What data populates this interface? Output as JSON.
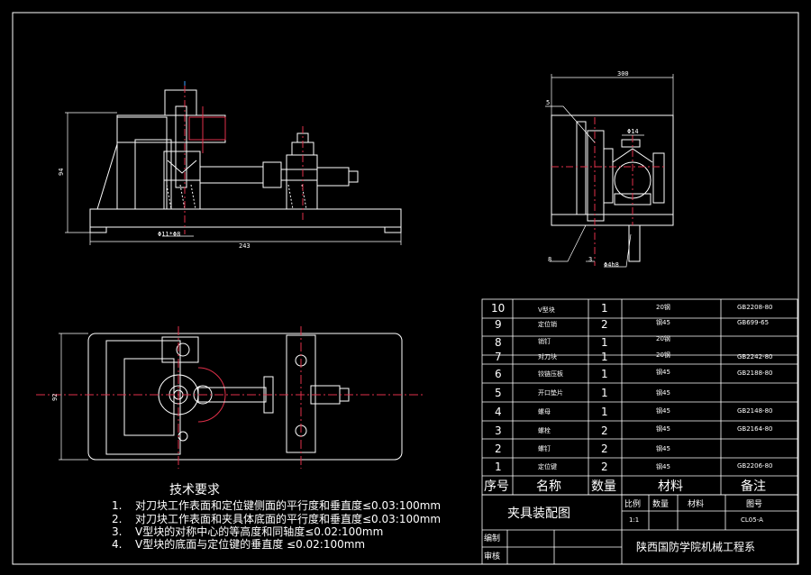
{
  "drawing": {
    "dims": {
      "width_total": "243",
      "height_side": "94",
      "height_plan": "92",
      "width_end": "300",
      "fit_label": "Φ11*Φ8",
      "shaft_label": "Φ4h8",
      "pin_label": "Φ14",
      "leader_5": "5",
      "leader_8": "8",
      "leader_3": "3"
    },
    "requirements": {
      "title": "技术要求",
      "items": [
        {
          "num": "1.",
          "text": "对刀块工作表面和定位键侧面的平行度和垂直度≤0.03:100mm"
        },
        {
          "num": "2.",
          "text": "对刀块工作表面和夹具体底面的平行度和垂直度≤0.03:100mm"
        },
        {
          "num": "3.",
          "text": "V型块的对称中心的等高度和同轴度≤0.02:100mm"
        },
        {
          "num": "4.",
          "text": "V型块的底面与定位键的垂直度  ≤0.02:100mm"
        }
      ]
    },
    "bom": {
      "rows": [
        {
          "no": "10",
          "name": "V型块",
          "qty": "1",
          "material": "20钢",
          "note": "GB2208-80"
        },
        {
          "no": "9",
          "name": "定位销",
          "qty": "2",
          "material": "钢45",
          "note": "GB699-65"
        },
        {
          "no": "8",
          "name": "销钉",
          "qty": "1",
          "material": "20钢",
          "note": ""
        },
        {
          "no": "7",
          "name": "对刀块",
          "qty": "1",
          "material": "20钢",
          "note": "GB2242-80"
        },
        {
          "no": "6",
          "name": "铰链压板",
          "qty": "1",
          "material": "钢45",
          "note": "GB2188-80"
        },
        {
          "no": "5",
          "name": "开口垫片",
          "qty": "1",
          "material": "钢45",
          "note": ""
        },
        {
          "no": "4",
          "name": "螺母",
          "qty": "1",
          "material": "钢45",
          "note": "GB2148-80"
        },
        {
          "no": "3",
          "name": "螺栓",
          "qty": "2",
          "material": "钢45",
          "note": "GB2164-80"
        },
        {
          "no": "2",
          "name": "螺钉",
          "qty": "2",
          "material": "钢45",
          "note": ""
        },
        {
          "no": "1",
          "name": "定位键",
          "qty": "2",
          "material": "钢45",
          "note": "GB2206-80"
        }
      ],
      "header": {
        "no": "序号",
        "name": "名称",
        "qty": "数量",
        "material": "材料",
        "note": "备注"
      }
    },
    "title_block": {
      "drawing_name": "夹具装配图",
      "scale_label": "比例",
      "qty_label": "数量",
      "material_label": "材料",
      "code_label": "图号",
      "scale_value": "1:1",
      "code_value": "CL05-A",
      "drafted_label": "编制",
      "reviewed_label": "审核",
      "organization": "陕西国防学院机械工程系"
    }
  }
}
